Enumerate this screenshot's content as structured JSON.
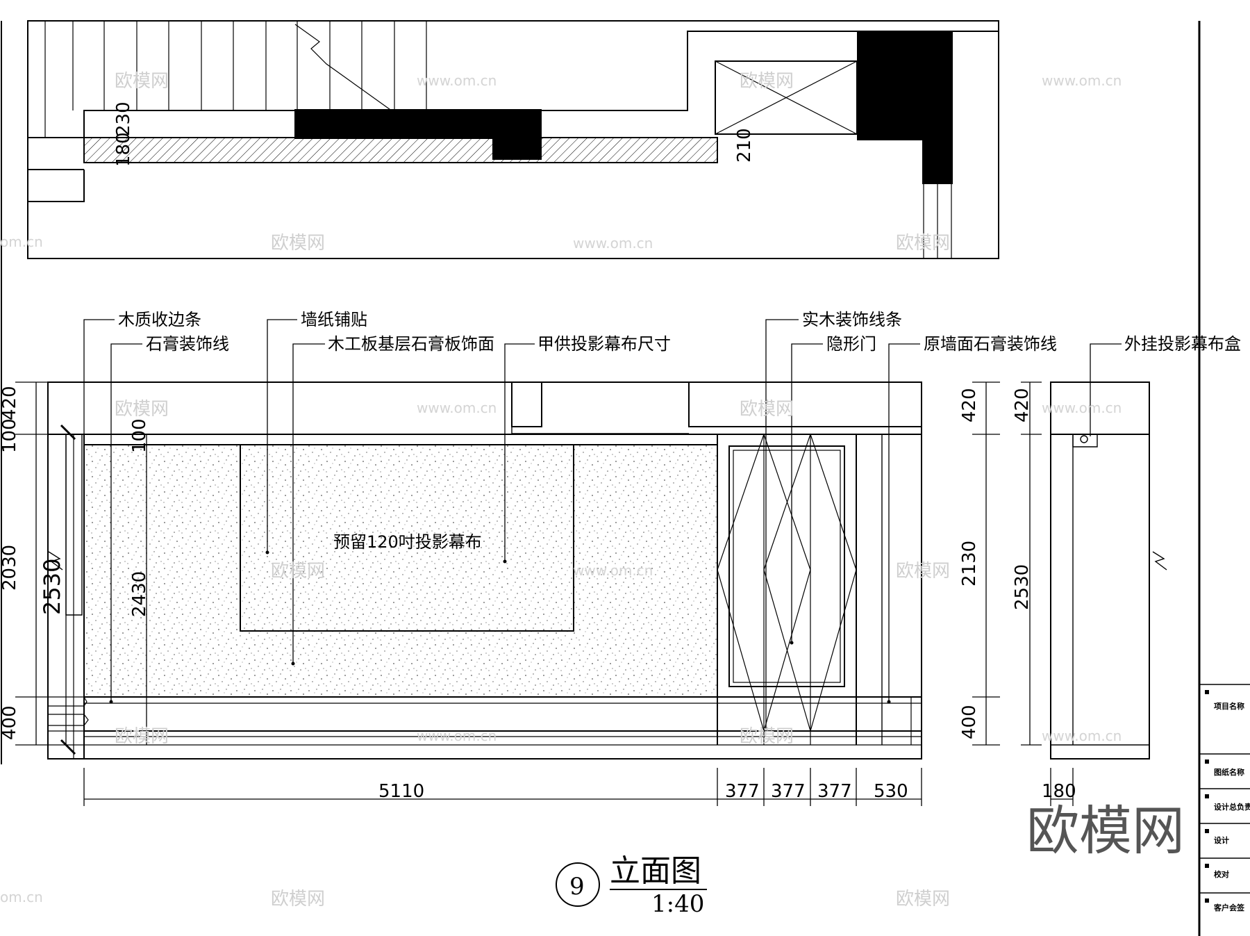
{
  "plan": {
    "dims": [
      "180",
      "230",
      "210"
    ]
  },
  "elevation": {
    "left_dims": [
      "420",
      "100",
      "2030",
      "400",
      "2530",
      "100",
      "2430"
    ],
    "right_dims": [
      "420",
      "2130",
      "400"
    ],
    "side_dims": [
      "420",
      "2530",
      "180"
    ],
    "bottom_dims": [
      "5110",
      "377",
      "377",
      "377",
      "530"
    ],
    "screen_text": "预留120吋投影幕布",
    "labels": [
      "木质收边条",
      "石膏装饰线",
      "墙纸铺贴",
      "木工板基层石膏板饰面",
      "甲供投影幕布尺寸",
      "实木装饰线条",
      "隐形门",
      "原墙面石膏装饰线",
      "外挂投影幕布盒"
    ]
  },
  "title": {
    "number": "9",
    "name": "立面图",
    "scale": "1:40"
  },
  "title_block": [
    "项目名称",
    "图纸名称",
    "设计总负责",
    "设计",
    "校对",
    "客户会签"
  ],
  "watermark": {
    "logo": "欧模网",
    "url": "www.om.cn",
    "partial": "om.cn"
  }
}
